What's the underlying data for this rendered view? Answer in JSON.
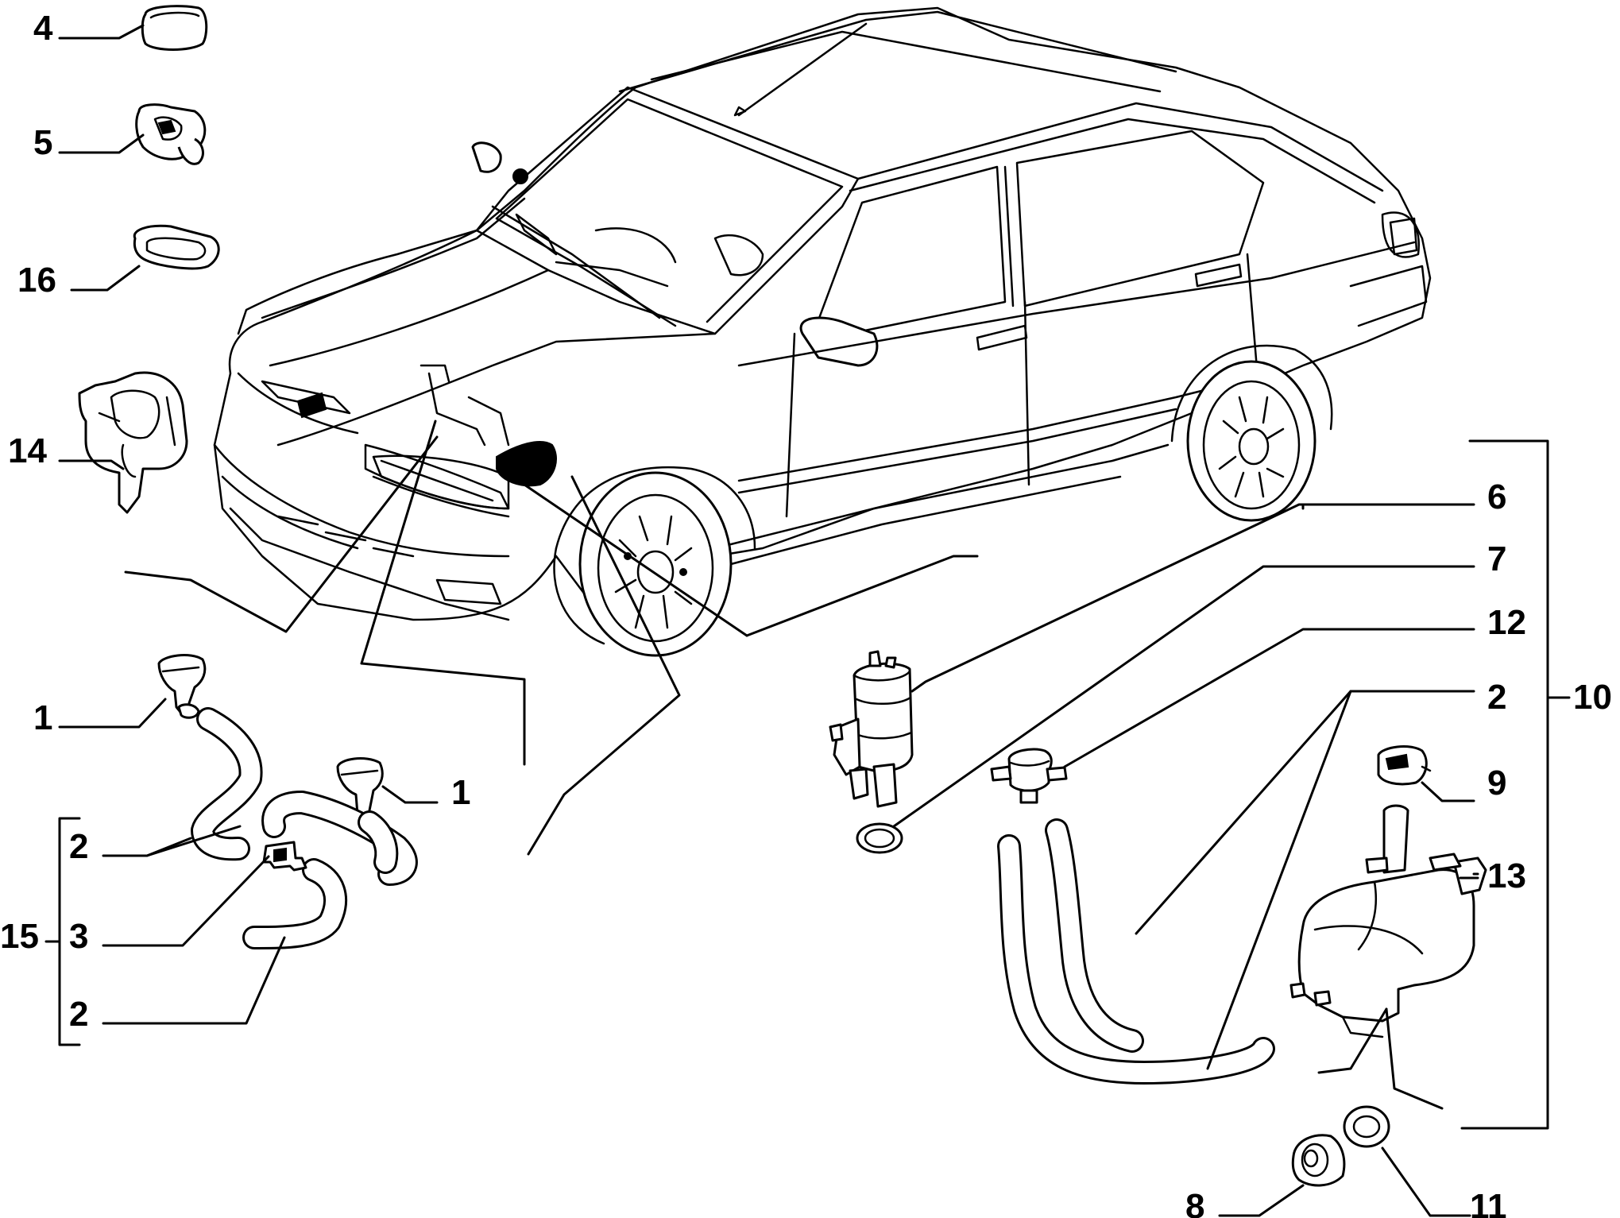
{
  "diagram": {
    "callouts": {
      "c4": "4",
      "c5": "5",
      "c16": "16",
      "c14": "14",
      "c1a": "1",
      "c1b": "1",
      "c2a": "2",
      "c3": "3",
      "c15": "15",
      "c2b": "2",
      "c6": "6",
      "c7": "7",
      "c12": "12",
      "c2c": "2",
      "c10": "10",
      "c9": "9",
      "c13": "13",
      "c8": "8",
      "c11": "11"
    }
  }
}
